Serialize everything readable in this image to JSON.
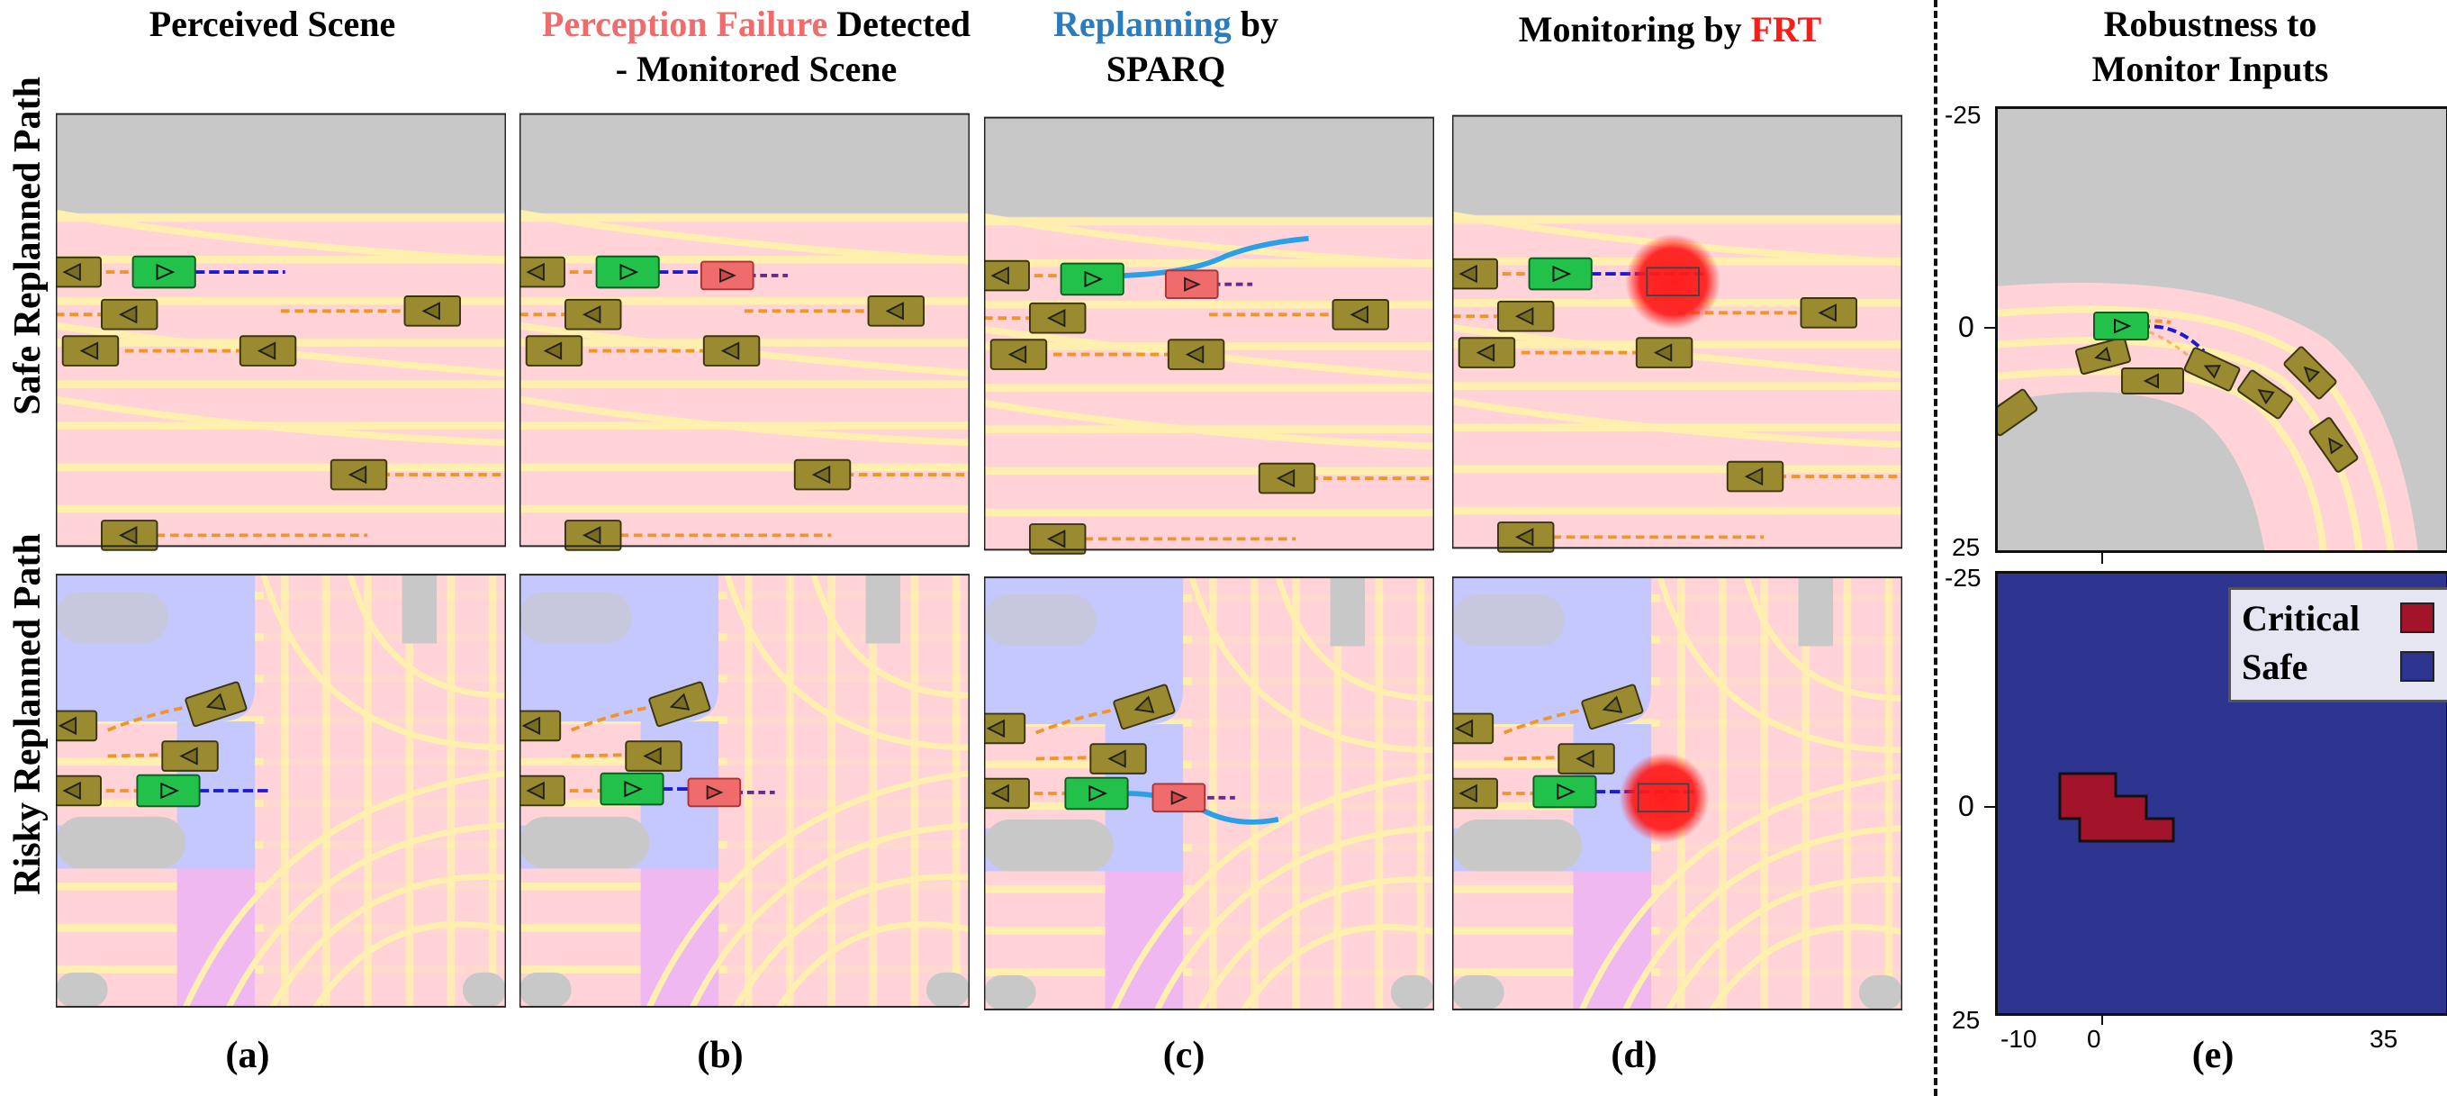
{
  "headers": {
    "a": "Perceived Scene",
    "b_part1": "Perception Failure",
    "b_part2": " Detected",
    "b_line2": "- Monitored Scene",
    "c_part1": "Replanning",
    "c_part2": " by",
    "c_line2": "SPARQ",
    "d_part1": "Monitoring by ",
    "d_part2": "FRT",
    "e_line1": "Robustness to",
    "e_line2": "Monitor Inputs"
  },
  "row_labels": {
    "top": "Safe Replanned Path",
    "bottom": "Risky Replanned Path"
  },
  "panel_tags": [
    "(a)",
    "(b)",
    "(c)",
    "(d)",
    "(e)"
  ],
  "axis_ticks": {
    "top_y": [
      "-25",
      "0",
      "25"
    ],
    "bottom_y": [
      "-25",
      "0",
      "25"
    ],
    "bottom_x": [
      "-10",
      "0",
      "35"
    ]
  },
  "legend": {
    "critical_label": "Critical",
    "safe_label": "Safe",
    "critical_color": "#a3142a",
    "safe_color": "#2e3590"
  },
  "colors": {
    "failure_red": "#f06b6b",
    "replan_blue": "#2b7bbd",
    "frt_red": "#ff1a1a",
    "ego_green": "#22c14a",
    "agent_olive": "#9a8a30",
    "road_pink": "#ffd0d4",
    "lane_yellow": "#fff0a8",
    "offroad_gray": "#c8c8c8"
  }
}
